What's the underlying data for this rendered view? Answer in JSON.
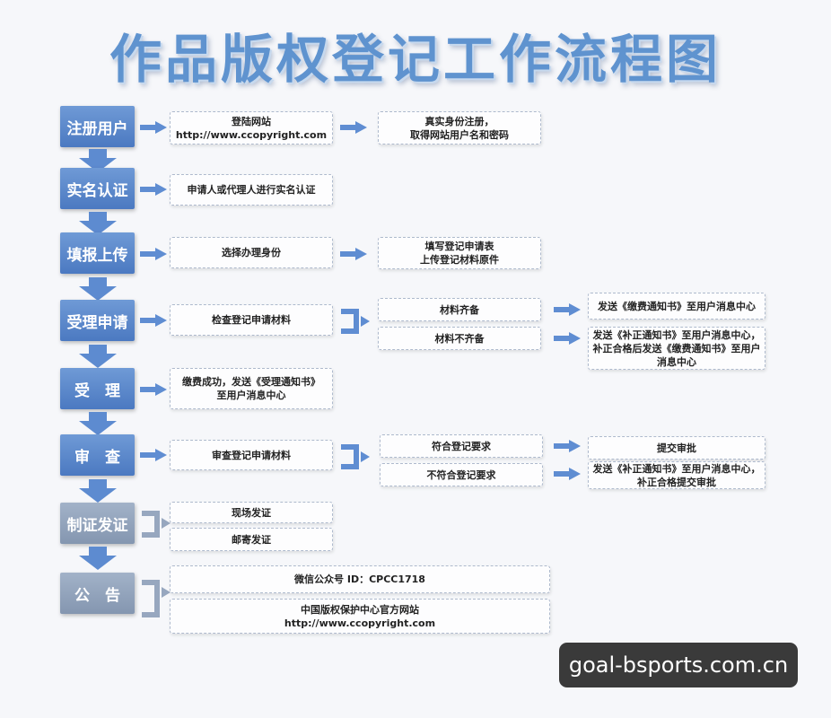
{
  "title": "作品版权登记工作流程图",
  "steps": [
    {
      "label": "注册用户"
    },
    {
      "label": "实名认证"
    },
    {
      "label": "填报上传"
    },
    {
      "label": "受理申请"
    },
    {
      "label": "受　理"
    },
    {
      "label": "审　查"
    },
    {
      "label": "制证发证"
    },
    {
      "label": "公　告"
    }
  ],
  "register": {
    "login_line1": "登陆网站",
    "login_line2": "http://www.ccopyright.com",
    "realreg_line1": "真实身份注册，",
    "realreg_line2": "取得网站用户名和密码"
  },
  "verify": {
    "text": "申请人或代理人进行实名认证"
  },
  "upload": {
    "choose": "选择办理身份",
    "fill_line1": "填写登记申请表",
    "fill_line2": "上传登记材料原件"
  },
  "intake": {
    "check": "检查登记申请材料",
    "complete": "材料齐备",
    "incomplete": "材料不齐备",
    "fee_notice": "发送《缴费通知书》至用户消息中心",
    "fix_line1": "发送《补正通知书》至用户消息中心，",
    "fix_line2": "补正合格后发送《缴费通知书》至用户",
    "fix_line3": "消息中心"
  },
  "accept": {
    "line1": "缴费成功，发送《受理通知书》",
    "line2": "至用户消息中心"
  },
  "review": {
    "check": "审查登记申请材料",
    "ok": "符合登记要求",
    "not_ok": "不符合登记要求",
    "submit": "提交审批",
    "fix_line1": "发送《补正通知书》至用户消息中心，",
    "fix_line2": "补正合格提交审批"
  },
  "issue": {
    "onsite": "现场发证",
    "mail": "邮寄发证"
  },
  "announce": {
    "wechat": "微信公众号 ID：CPCC1718",
    "site_line1": "中国版权保护中心官方网站",
    "site_line2": "http://www.ccopyright.com"
  },
  "watermark": "goal-bsports.com.cn"
}
